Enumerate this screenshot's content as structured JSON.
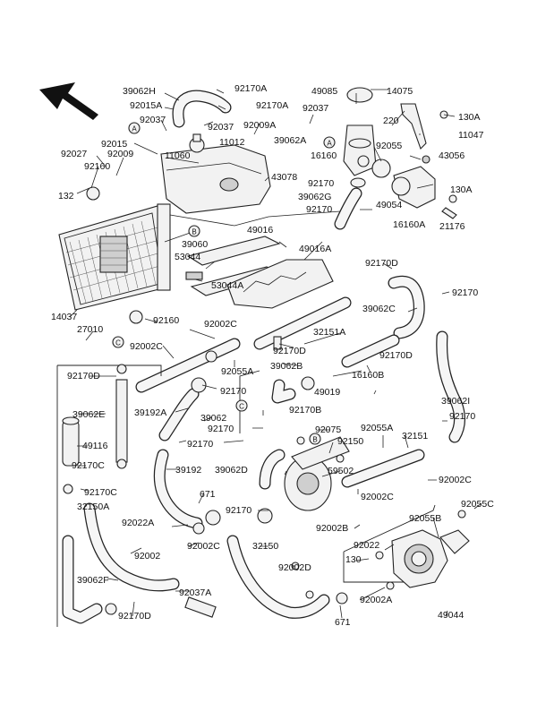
{
  "part_labels": {
    "p39062H": "39062H",
    "p92170A_a": "92170A",
    "p92015A": "92015A",
    "p92170A_b": "92170A",
    "p92037_a": "92037",
    "p92037_b": "92037",
    "p92009A": "92009A",
    "p92037_c": "92037",
    "p49085": "49085",
    "p14075": "14075",
    "p130A_a": "130A",
    "p220": "220",
    "p11047": "11047",
    "p39062A": "39062A",
    "p92015": "92015",
    "p11012": "11012",
    "p92055": "92055",
    "p92027": "92027",
    "p92009": "92009",
    "p11060": "11060",
    "p16160": "16160",
    "p43056": "43056",
    "p92160_a": "92160",
    "p43078": "43078",
    "p132": "132",
    "p92170_a": "92170",
    "p49054": "49054",
    "p130A_b": "130A",
    "p39062G": "39062G",
    "p92170_b": "92170",
    "p16160A": "16160A",
    "p21176": "21176",
    "p39060": "39060",
    "p49016": "49016",
    "p49016A": "49016A",
    "p53044": "53044",
    "p92170D_a": "92170D",
    "p53044A": "53044A",
    "p92170_c": "92170",
    "p39062C": "39062C",
    "p14037": "14037",
    "p92160_b": "92160",
    "p32151A": "32151A",
    "p92002C_a": "92002C",
    "p27010": "27010",
    "p92170D_b": "92170D",
    "p92002C_b": "92002C",
    "p92055A_a": "92055A",
    "p39062B": "39062B",
    "p92170D_c": "92170D",
    "p92170D_d": "92170D",
    "p92170_d": "92170",
    "p49019": "49019",
    "p16160B": "16160B",
    "p39062E": "39062E",
    "p39192A": "39192A",
    "p39062_a": "39062",
    "p92170B": "92170B",
    "p39062I": "39062I",
    "p92170_e": "92170",
    "p92170_f": "92170",
    "p49116": "49116",
    "p92075": "92075",
    "p92055A_b": "92055A",
    "p92150": "92150",
    "p32151": "32151",
    "p92170_g": "92170",
    "p92170C_a": "92170C",
    "p39192": "39192",
    "p39062D": "39062D",
    "p59502": "59502",
    "p92002C_c": "92002C",
    "p92170C_b": "92170C",
    "p671_a": "671",
    "p92002C_d": "92002C",
    "p32150A": "32150A",
    "p92055C": "92055C",
    "p92170_h": "92170",
    "p92055B": "92055B",
    "p92022A": "92022A",
    "p92002B": "92002B",
    "p92002C_e": "92002C",
    "p32150": "32150",
    "p92002": "92002",
    "p92022": "92022",
    "p130": "130",
    "p39062F": "39062F",
    "p92002D": "92002D",
    "p92037A": "92037A",
    "p92002A": "92002A",
    "p671_b": "671",
    "p92170D_e": "92170D",
    "p49044": "49044"
  },
  "callouts": {
    "A1": "A",
    "A2": "A",
    "B1": "B",
    "B2": "B",
    "C1": "C",
    "C2": "C"
  }
}
